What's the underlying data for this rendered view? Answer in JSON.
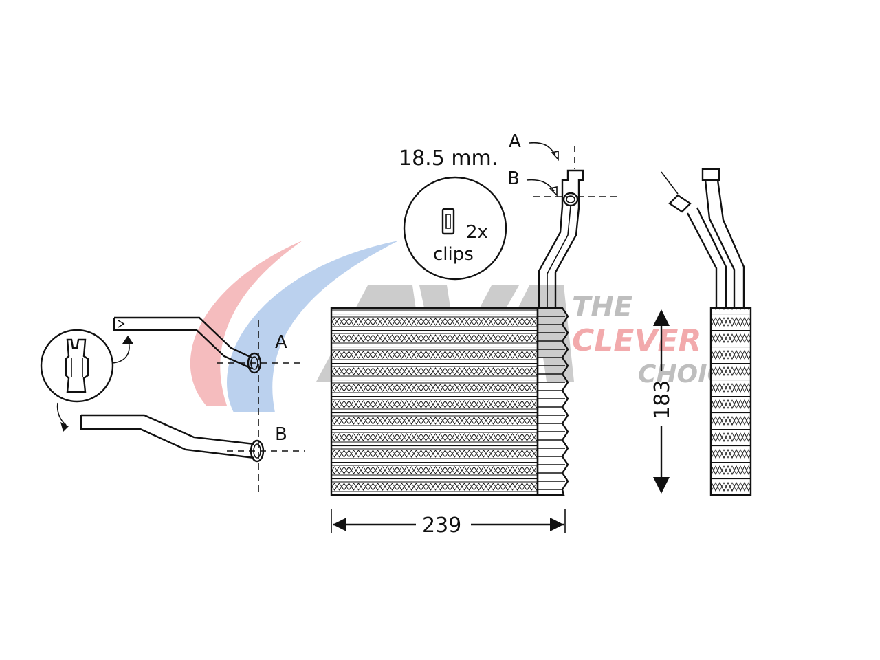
{
  "brand": {
    "logo_text": "AVA",
    "tagline_line1": "THE",
    "tagline_line2": "CLEVER",
    "tagline_line3": "CHOICE",
    "colors": {
      "red": "#e8656a",
      "blue": "#5b8fd6",
      "gray": "#8a8a8a"
    }
  },
  "labels": {
    "pipe_a_top": "A",
    "pipe_b_top": "B",
    "pipe_a_left": "A",
    "pipe_b_left": "B",
    "pipe_diameter": "18.5 mm.",
    "clips_count": "2x",
    "clips_text": "clips",
    "width_dim": "239",
    "height_dim": "183"
  },
  "icons": [
    "clip-icon",
    "connector-clip-icon",
    "arrow-icon"
  ]
}
